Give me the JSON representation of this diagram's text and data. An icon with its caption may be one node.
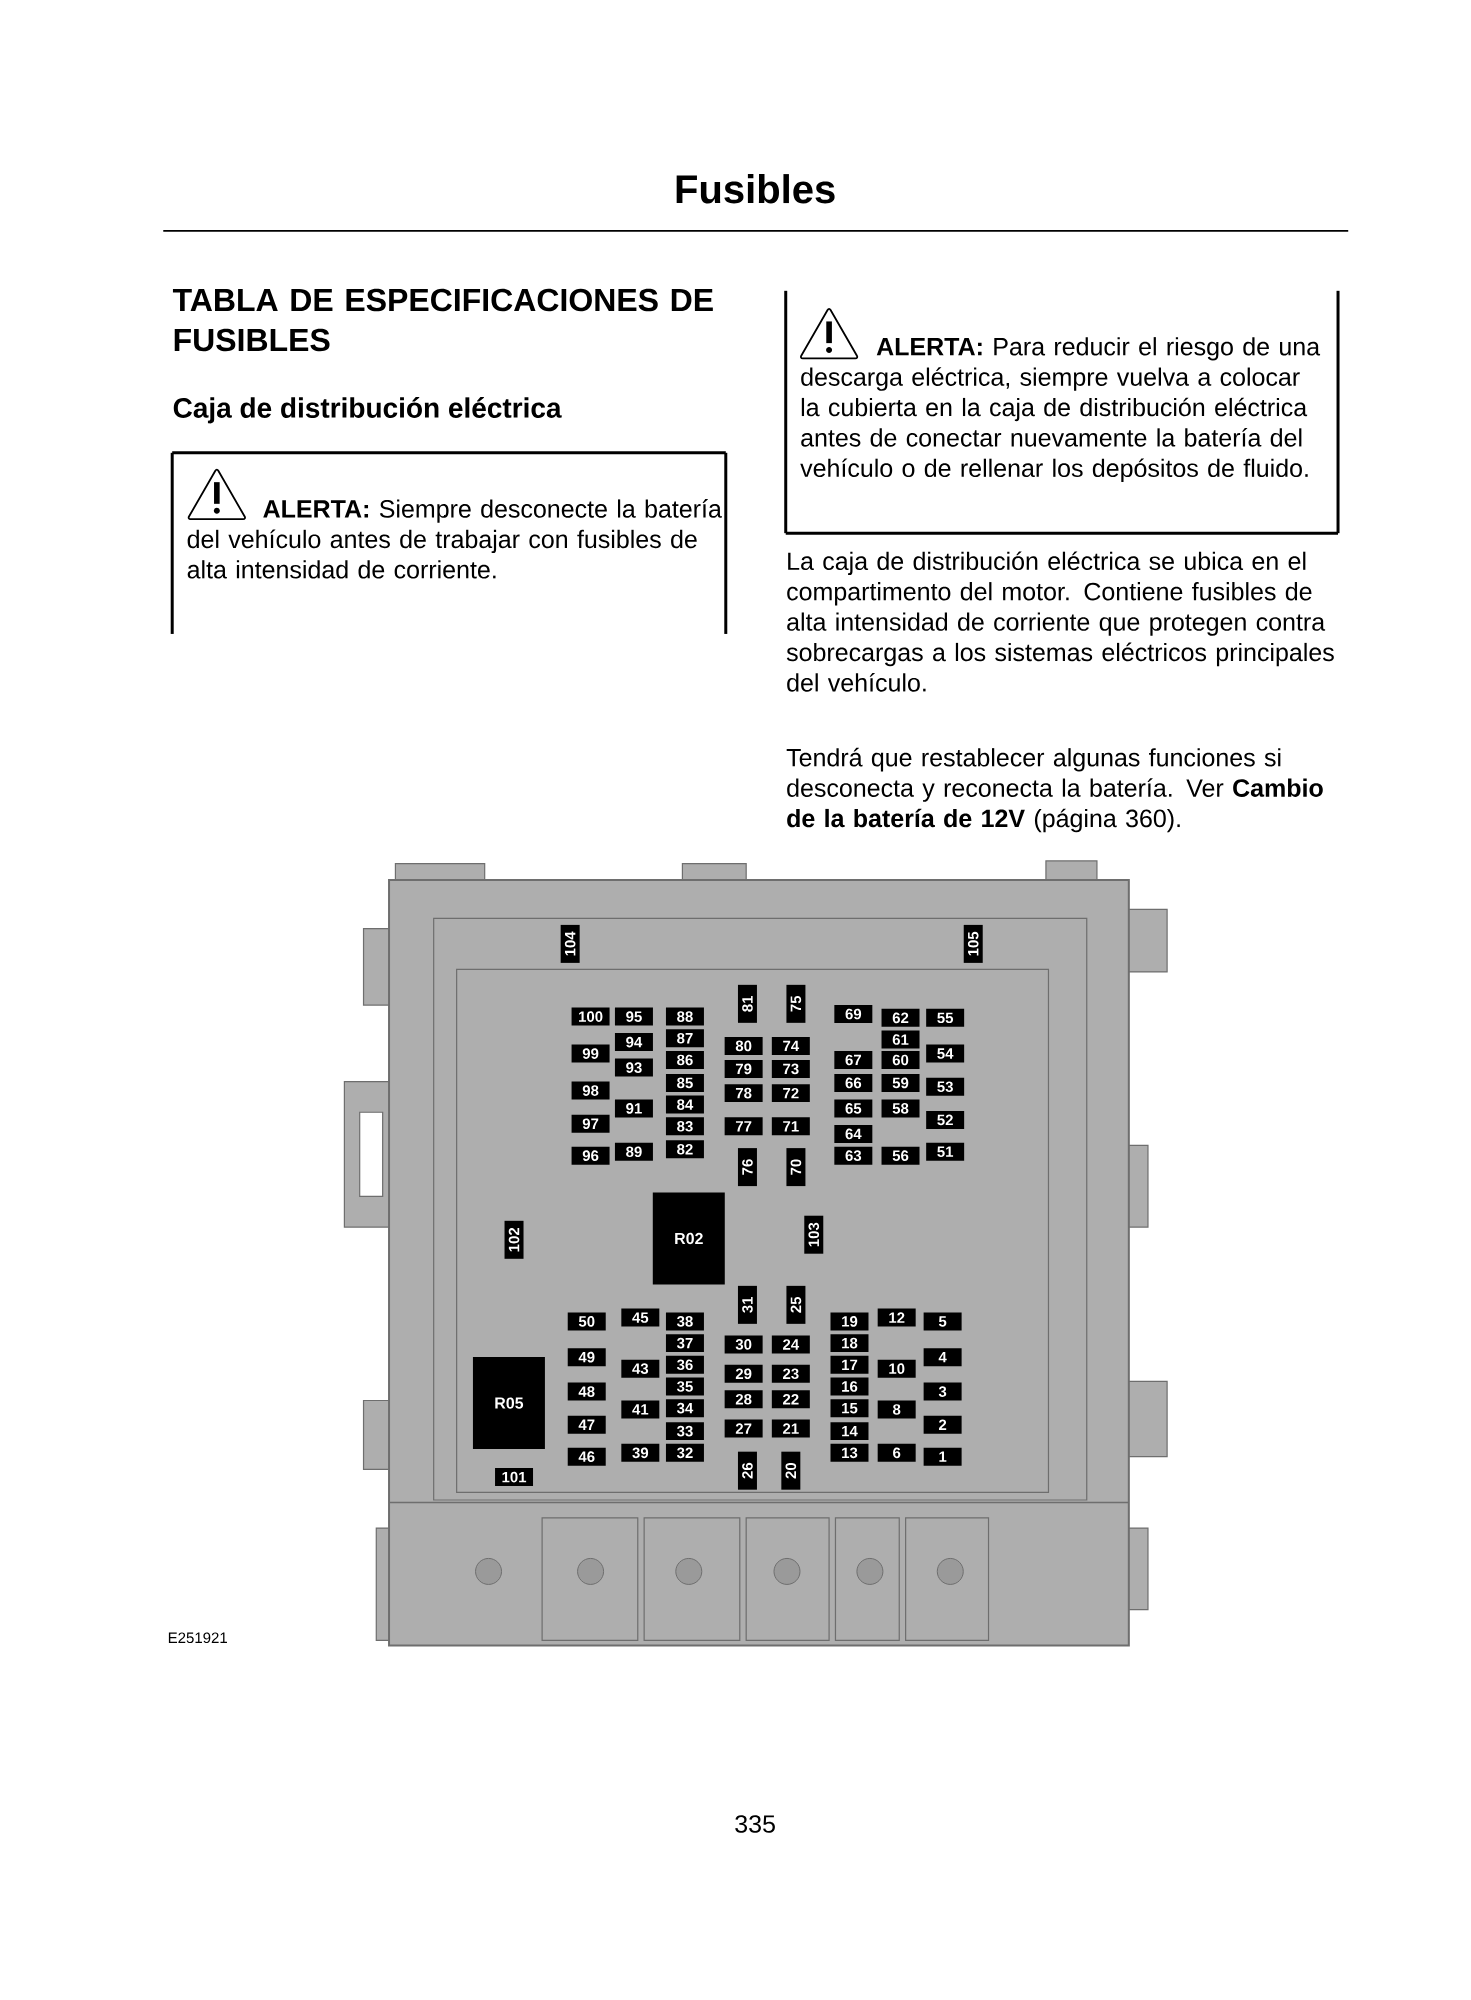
{
  "diagram": {
    "title": "Fusibles",
    "nodes": [
      {
        "text": [
          "**ALERTA:** Siempre desconecte la batería del vehículo antes de trabajar con fusibles de alta intensidad de corriente."
        ]
      },
      {
        "text": [
          "**ALERTA:** Para reducir el riesgo de una descarga eléctrica, siempre vuelva a colocar la cubierta en la caja de distribución eléctrica antes de conectar nuevamente la batería del vehículo o de rellenar los depósitos de fluido."
        ]
      }
    ],
    "labels": [
      "TABLA DE ESPECIFICACIONES DE FUSIBLES",
      "Caja de distribución eléctrica",
      "La caja de distribución eléctrica se ubica en el compartimento del motor. Contiene fusibles de alta intensidad de corriente que protegen contra sobrecargas a los sistemas eléctricos principales del vehículo.",
      "Tendrá que restablecer algunas funciones si desconecta y reconecta la batería. Ver **Cambio de la batería de 12V** (página 360).",
      "104",
      "105",
      "100",
      "99",
      "98",
      "97",
      "96",
      "95",
      "94",
      "93",
      "91",
      "89",
      "88",
      "87",
      "86",
      "85",
      "84",
      "83",
      "82",
      "81",
      "80",
      "79",
      "78",
      "77",
      "76",
      "75",
      "74",
      "73",
      "72",
      "71",
      "70",
      "69",
      "67",
      "66",
      "65",
      "64",
      "63",
      "62",
      "61",
      "60",
      "59",
      "58",
      "56",
      "55",
      "54",
      "53",
      "52",
      "51",
      "102",
      "R02",
      "103",
      "R05",
      "101",
      "50",
      "49",
      "48",
      "47",
      "46",
      "45",
      "43",
      "41",
      "39",
      "38",
      "37",
      "36",
      "35",
      "34",
      "33",
      "32",
      "31",
      "30",
      "29",
      "28",
      "27",
      "26",
      "25",
      "24",
      "23",
      "22",
      "21",
      "20",
      "19",
      "18",
      "17",
      "16",
      "15",
      "14",
      "13",
      "12",
      "10",
      "8",
      "6",
      "5",
      "4",
      "3",
      "2",
      "1",
      "E251921",
      "335"
    ]
  }
}
